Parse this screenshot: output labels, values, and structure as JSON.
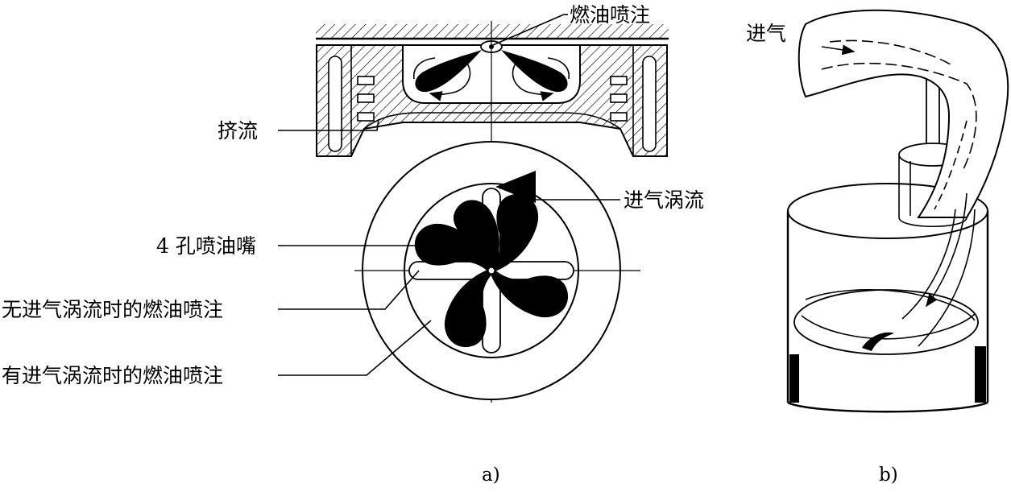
{
  "figure_a": {
    "caption": "a)",
    "labels": {
      "fuel_spray": "燃油喷注",
      "squish": "挤流",
      "intake_swirl": "进气涡流",
      "nozzle_4hole": "4 孔喷油嘴",
      "spray_no_swirl": "无进气涡流时的燃油喷注",
      "spray_with_swirl": "有进气涡流时的燃油喷注"
    }
  },
  "figure_b": {
    "caption": "b)",
    "labels": {
      "intake": "进气"
    }
  }
}
